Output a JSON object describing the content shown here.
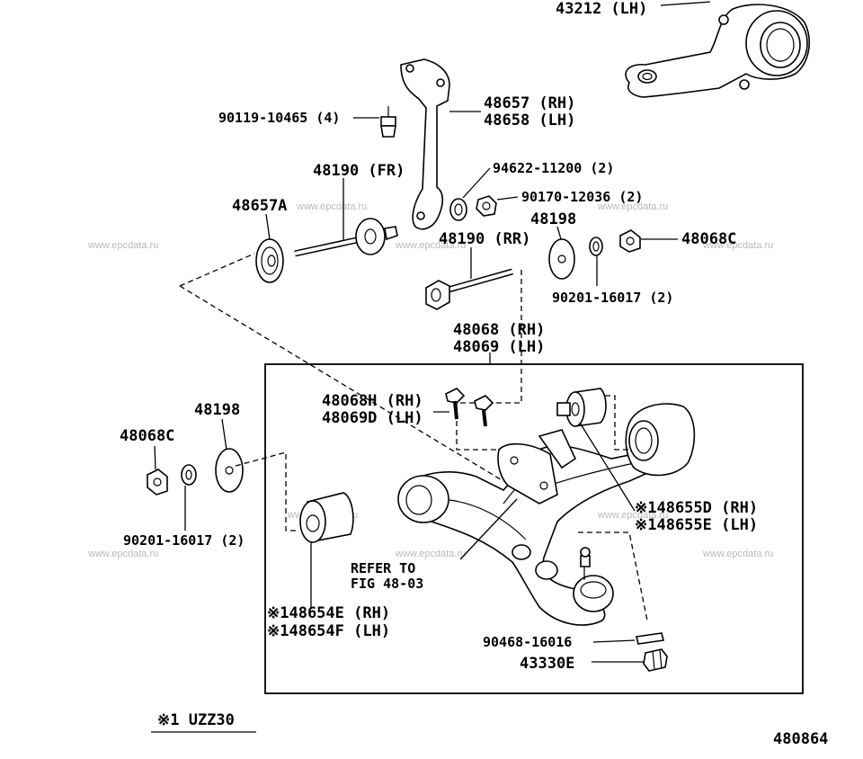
{
  "labels": {
    "p43212": "43212 (LH)",
    "p48657": "48657 (RH)",
    "p48658": "48658 (LH)",
    "p90119": "90119-10465 (4)",
    "p48190fr": "48190 (FR)",
    "p94622": "94622-11200 (2)",
    "p90170": "90170-12036 (2)",
    "p48657a": "48657A",
    "p48198a": "48198",
    "p48190rr": "48190 (RR)",
    "p48068c_a": "48068C",
    "p90201_a": "90201-16017 (2)",
    "p48068": "48068 (RH)",
    "p48069": "48069 (LH)",
    "p48068h": "48068H (RH)",
    "p48069d": "48069D (LH)",
    "p48198b": "48198",
    "p48068c_b": "48068C",
    "p90201_b": "90201-16017 (2)",
    "p148655d": "※148655D (RH)",
    "p148655e": "※148655E (LH)",
    "refer1": "REFER TO",
    "refer2": "FIG 48-03",
    "p148654e": "※148654E (RH)",
    "p148654f": "※148654F (LH)",
    "p90468": "90468-16016",
    "p43330e": "43330E",
    "footnote": "※1  UZZ30",
    "figure_no": "480864"
  },
  "watermark": "www.epcdata.ru"
}
